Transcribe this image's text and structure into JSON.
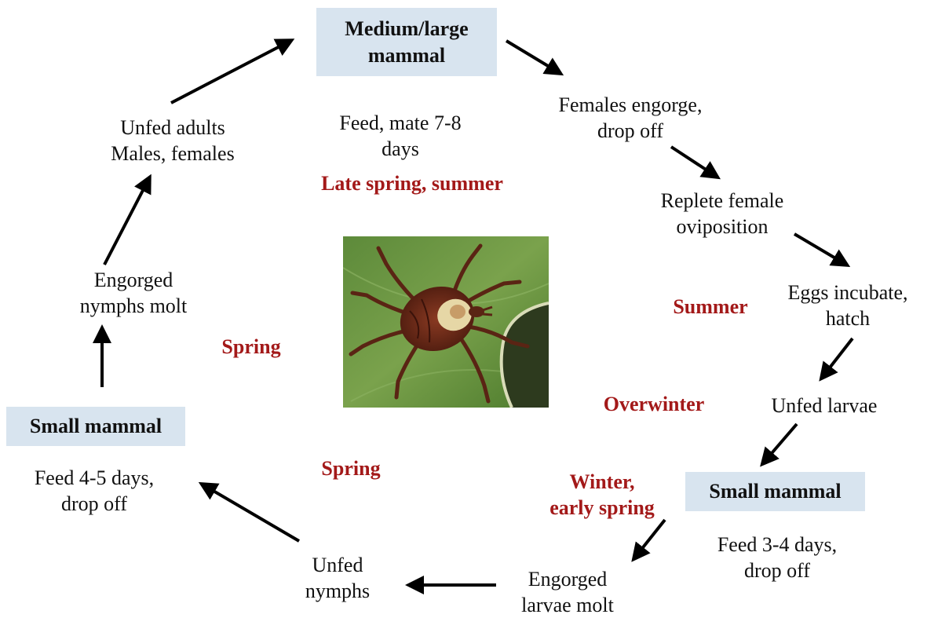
{
  "hosts": {
    "top": "Medium/large\nmammal",
    "right": "Small mammal",
    "left": "Small mammal"
  },
  "steps": {
    "feed_mate": "Feed, mate 7-8\ndays",
    "females_engorge": "Females engorge,\ndrop off",
    "replete_female": "Replete female\noviposition",
    "eggs": "Eggs incubate,\nhatch",
    "unfed_larvae": "Unfed larvae",
    "feed_3_4": "Feed 3-4 days,\ndrop off",
    "engorged_larvae": "Engorged\nlarvae molt",
    "unfed_nymphs": "Unfed\nnymphs",
    "feed_4_5": "Feed 4-5 days,\ndrop off",
    "engorged_nymphs": "Engorged\nnymphs molt",
    "unfed_adults": "Unfed adults\nMales, females"
  },
  "seasons": {
    "late_spring_summer": "Late spring, summer",
    "summer": "Summer",
    "overwinter": "Overwinter",
    "winter_early_spring": "Winter,\nearly spring",
    "spring_center": "Spring",
    "spring_left": "Spring"
  },
  "colors": {
    "host_box": "#d8e4ef",
    "season_text": "#a31919",
    "arrow": "#000000"
  },
  "image": {
    "subject": "tick-photo"
  }
}
